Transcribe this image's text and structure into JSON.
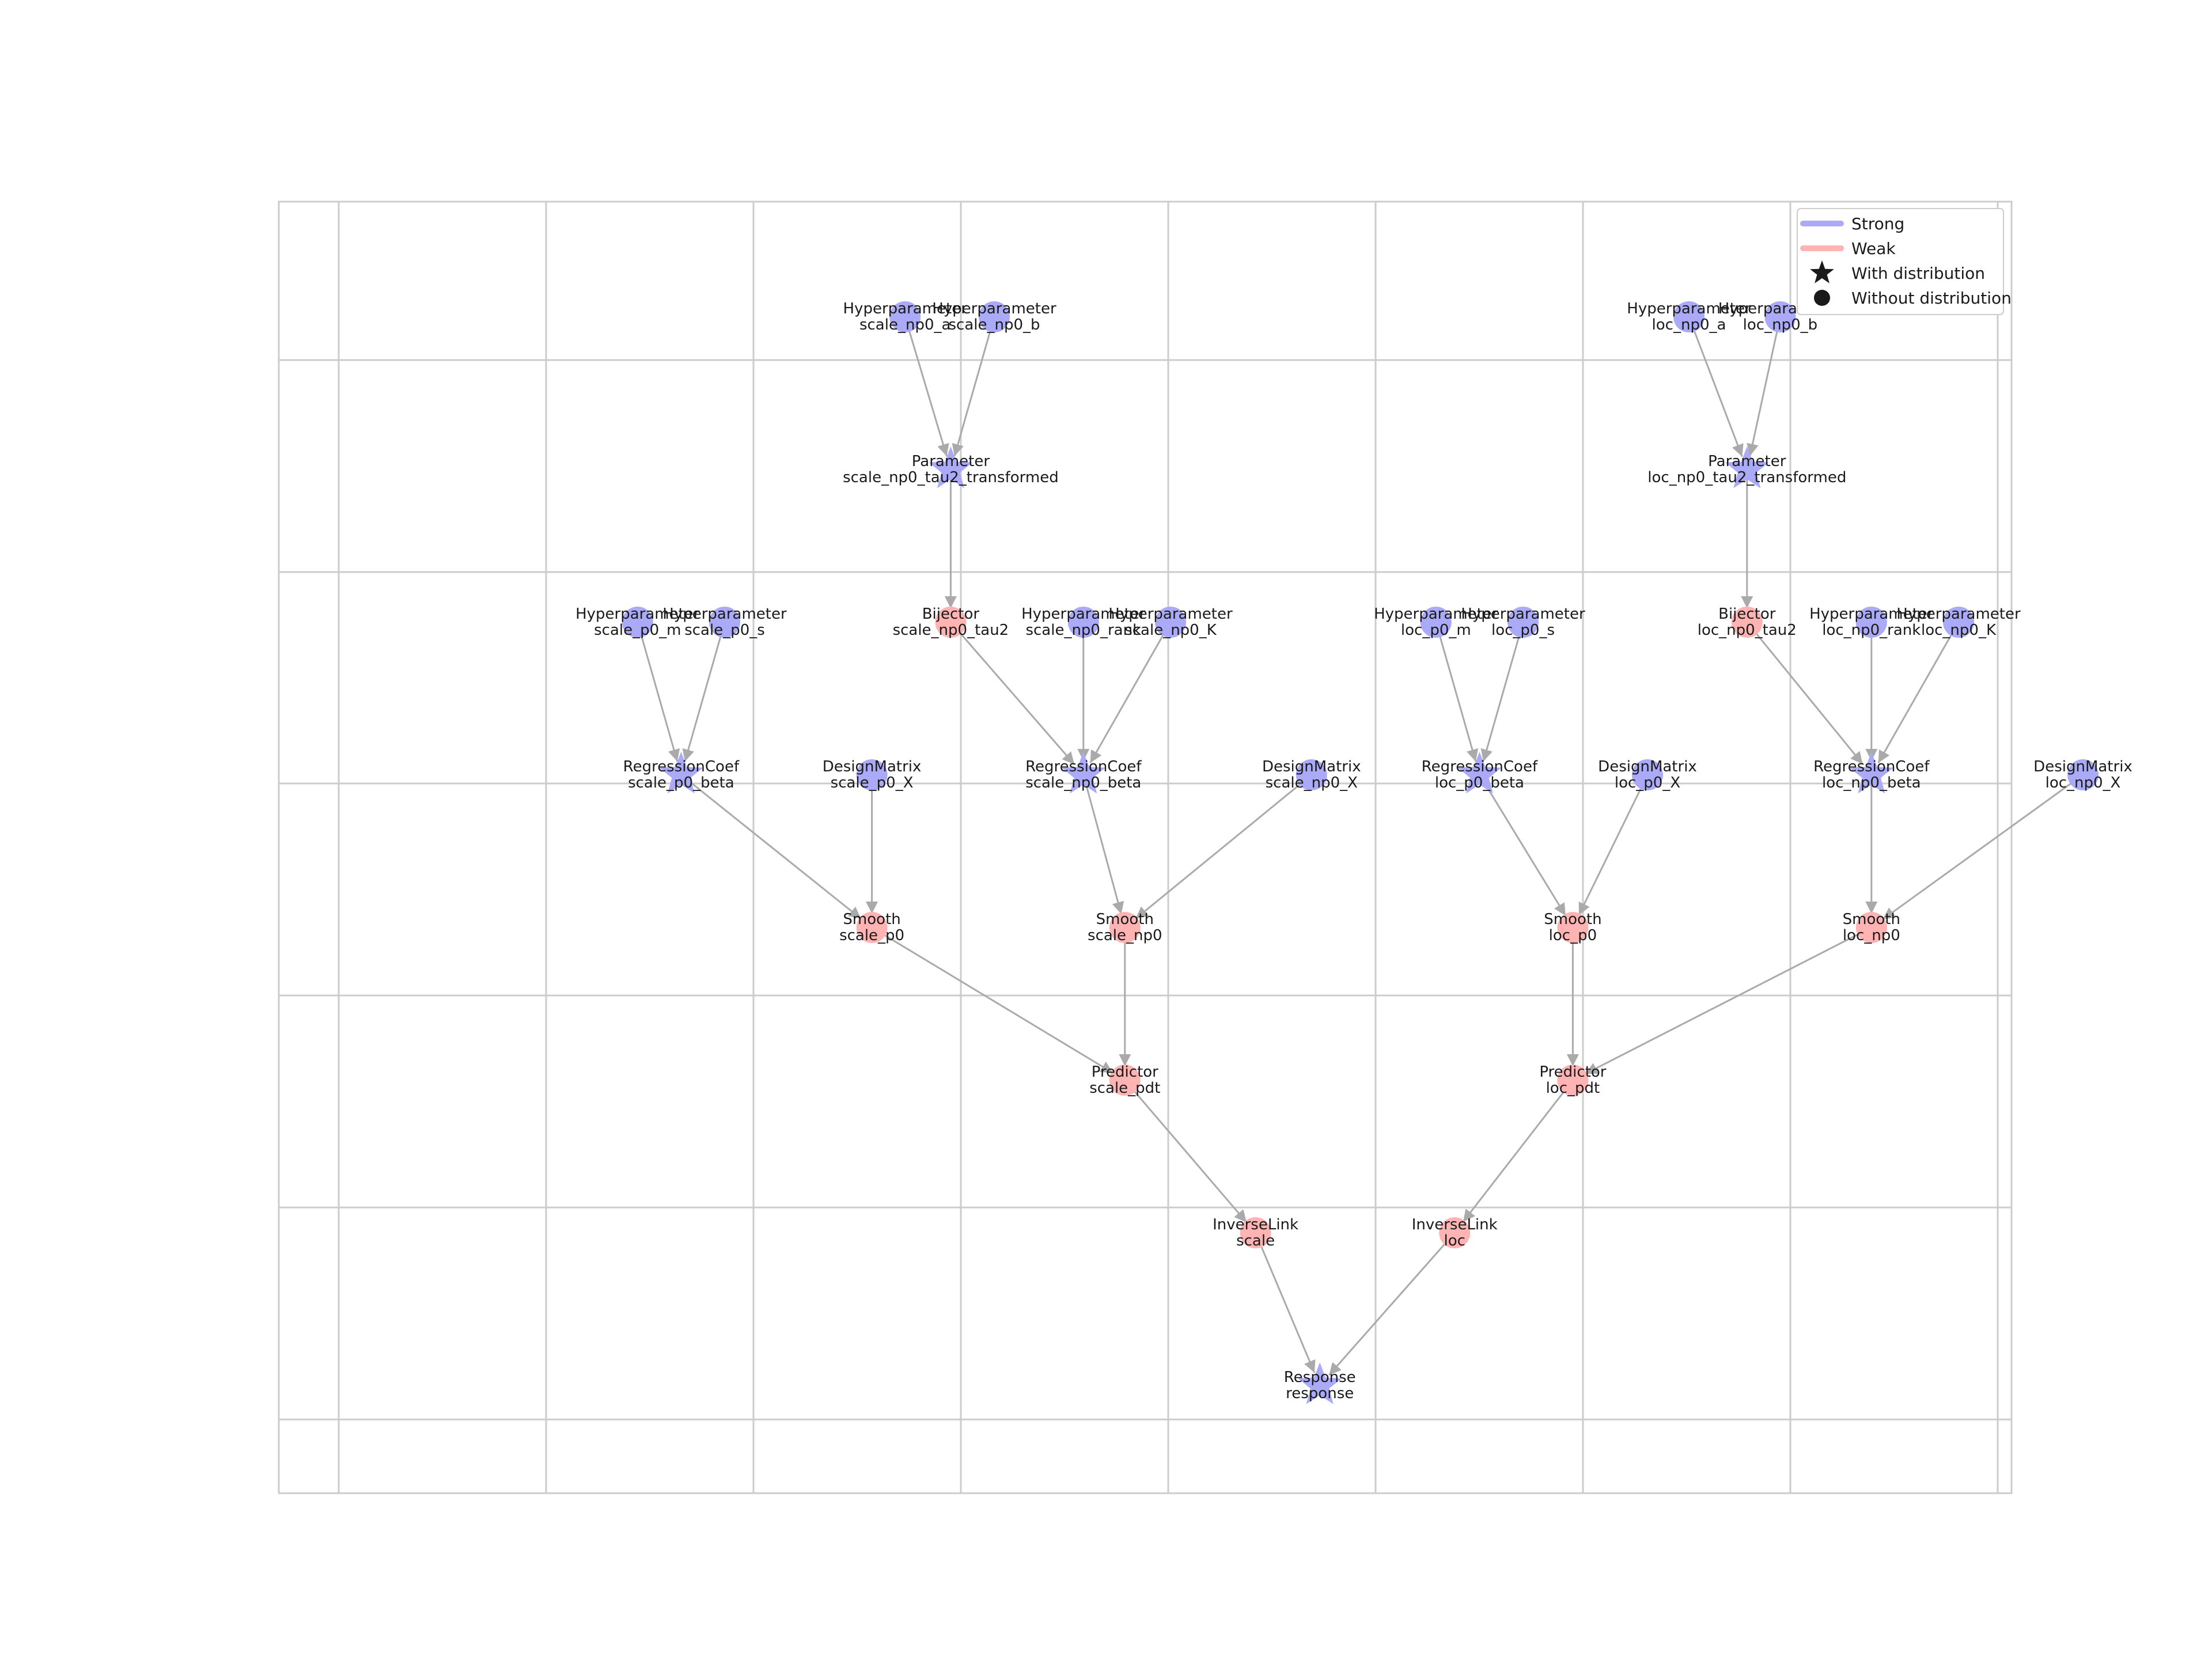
{
  "colors": {
    "strong": "#aaaaf8",
    "weak": "#ffb3b3",
    "edge": "#aaaaaa",
    "grid": "#cccccc",
    "legend_marker": "#1a1a1a"
  },
  "legend": {
    "strong": "Strong",
    "weak": "Weak",
    "with_distribution": "With distribution",
    "without_distribution": "Without distribution"
  },
  "nodes": [
    {
      "id": "scale_np0_a",
      "type": "Hyperparameter",
      "name": "scale_np0_a",
      "strength": "strong",
      "shape": "circle",
      "col": 3.92,
      "row": 0
    },
    {
      "id": "scale_np0_b",
      "type": "Hyperparameter",
      "name": "scale_np0_b",
      "strength": "strong",
      "shape": "circle",
      "col": 4.35,
      "row": 0
    },
    {
      "id": "scale_np0_tau2_transformed",
      "type": "Parameter",
      "name": "scale_np0_tau2_transformed",
      "strength": "strong",
      "shape": "star",
      "col": 4.14,
      "row": 1
    },
    {
      "id": "scale_np0_tau2",
      "type": "Bijector",
      "name": "scale_np0_tau2",
      "strength": "weak",
      "shape": "circle",
      "col": 4.14,
      "row": 2
    },
    {
      "id": "scale_p0_m",
      "type": "Hyperparameter",
      "name": "scale_p0_m",
      "strength": "strong",
      "shape": "circle",
      "col": 2.63,
      "row": 2
    },
    {
      "id": "scale_p0_s",
      "type": "Hyperparameter",
      "name": "scale_p0_s",
      "strength": "strong",
      "shape": "circle",
      "col": 3.05,
      "row": 2
    },
    {
      "id": "scale_np0_rank",
      "type": "Hyperparameter",
      "name": "scale_np0_rank",
      "strength": "strong",
      "shape": "circle",
      "col": 4.78,
      "row": 2
    },
    {
      "id": "scale_np0_K",
      "type": "Hyperparameter",
      "name": "scale_np0_K",
      "strength": "strong",
      "shape": "circle",
      "col": 5.2,
      "row": 2
    },
    {
      "id": "loc_p0_m",
      "type": "Hyperparameter",
      "name": "loc_p0_m",
      "strength": "strong",
      "shape": "circle",
      "col": 6.48,
      "row": 2
    },
    {
      "id": "loc_p0_s",
      "type": "Hyperparameter",
      "name": "loc_p0_s",
      "strength": "strong",
      "shape": "circle",
      "col": 6.9,
      "row": 2
    },
    {
      "id": "loc_np0_tau2",
      "type": "Bijector",
      "name": "loc_np0_tau2",
      "strength": "weak",
      "shape": "circle",
      "col": 7.98,
      "row": 2
    },
    {
      "id": "loc_np0_rank",
      "type": "Hyperparameter",
      "name": "loc_np0_rank",
      "strength": "strong",
      "shape": "circle",
      "col": 8.58,
      "row": 2
    },
    {
      "id": "loc_np0_K",
      "type": "Hyperparameter",
      "name": "loc_np0_K",
      "strength": "strong",
      "shape": "circle",
      "col": 9.0,
      "row": 2
    },
    {
      "id": "loc_np0_a",
      "type": "Hyperparameter",
      "name": "loc_np0_a",
      "strength": "strong",
      "shape": "circle",
      "col": 7.7,
      "row": 0
    },
    {
      "id": "loc_np0_b",
      "type": "Hyperparameter",
      "name": "loc_np0_b",
      "strength": "strong",
      "shape": "circle",
      "col": 8.14,
      "row": 0
    },
    {
      "id": "loc_np0_tau2_transformed",
      "type": "Parameter",
      "name": "loc_np0_tau2_transformed",
      "strength": "strong",
      "shape": "star",
      "col": 7.98,
      "row": 1
    },
    {
      "id": "scale_p0_beta",
      "type": "RegressionCoef",
      "name": "scale_p0_beta",
      "strength": "strong",
      "shape": "star",
      "col": 2.84,
      "row": 3
    },
    {
      "id": "scale_p0_X",
      "type": "DesignMatrix",
      "name": "scale_p0_X",
      "strength": "strong",
      "shape": "circle",
      "col": 3.76,
      "row": 3
    },
    {
      "id": "scale_np0_beta",
      "type": "RegressionCoef",
      "name": "scale_np0_beta",
      "strength": "strong",
      "shape": "star",
      "col": 4.78,
      "row": 3
    },
    {
      "id": "scale_np0_X",
      "type": "DesignMatrix",
      "name": "scale_np0_X",
      "strength": "strong",
      "shape": "circle",
      "col": 5.88,
      "row": 3
    },
    {
      "id": "loc_p0_beta",
      "type": "RegressionCoef",
      "name": "loc_p0_beta",
      "strength": "strong",
      "shape": "star",
      "col": 6.69,
      "row": 3
    },
    {
      "id": "loc_p0_X",
      "type": "DesignMatrix",
      "name": "loc_p0_X",
      "strength": "strong",
      "shape": "circle",
      "col": 7.5,
      "row": 3
    },
    {
      "id": "loc_np0_beta",
      "type": "RegressionCoef",
      "name": "loc_np0_beta",
      "strength": "strong",
      "shape": "star",
      "col": 8.58,
      "row": 3
    },
    {
      "id": "loc_np0_X",
      "type": "DesignMatrix",
      "name": "loc_np0_X",
      "strength": "strong",
      "shape": "circle",
      "col": 9.6,
      "row": 3
    },
    {
      "id": "scale_p0",
      "type": "Smooth",
      "name": "scale_p0",
      "strength": "weak",
      "shape": "circle",
      "col": 3.76,
      "row": 4
    },
    {
      "id": "scale_np0",
      "type": "Smooth",
      "name": "scale_np0",
      "strength": "weak",
      "shape": "circle",
      "col": 4.98,
      "row": 4
    },
    {
      "id": "loc_p0",
      "type": "Smooth",
      "name": "loc_p0",
      "strength": "weak",
      "shape": "circle",
      "col": 7.14,
      "row": 4
    },
    {
      "id": "loc_np0",
      "type": "Smooth",
      "name": "loc_np0",
      "strength": "weak",
      "shape": "circle",
      "col": 8.58,
      "row": 4
    },
    {
      "id": "scale_pdt",
      "type": "Predictor",
      "name": "scale_pdt",
      "strength": "weak",
      "shape": "circle",
      "col": 4.98,
      "row": 5
    },
    {
      "id": "loc_pdt",
      "type": "Predictor",
      "name": "loc_pdt",
      "strength": "weak",
      "shape": "circle",
      "col": 7.14,
      "row": 5
    },
    {
      "id": "scale",
      "type": "InverseLink",
      "name": "scale",
      "strength": "weak",
      "shape": "circle",
      "col": 5.61,
      "row": 6
    },
    {
      "id": "loc",
      "type": "InverseLink",
      "name": "loc",
      "strength": "weak",
      "shape": "circle",
      "col": 6.57,
      "row": 6
    },
    {
      "id": "response",
      "type": "Response",
      "name": "response",
      "strength": "strong",
      "shape": "star",
      "col": 5.92,
      "row": 7
    }
  ],
  "edges": [
    [
      "scale_np0_a",
      "scale_np0_tau2_transformed"
    ],
    [
      "scale_np0_b",
      "scale_np0_tau2_transformed"
    ],
    [
      "scale_np0_tau2_transformed",
      "scale_np0_tau2"
    ],
    [
      "scale_p0_m",
      "scale_p0_beta"
    ],
    [
      "scale_p0_s",
      "scale_p0_beta"
    ],
    [
      "scale_np0_tau2",
      "scale_np0_beta"
    ],
    [
      "scale_np0_rank",
      "scale_np0_beta"
    ],
    [
      "scale_np0_K",
      "scale_np0_beta"
    ],
    [
      "scale_p0_beta",
      "scale_p0"
    ],
    [
      "scale_p0_X",
      "scale_p0"
    ],
    [
      "scale_np0_beta",
      "scale_np0"
    ],
    [
      "scale_np0_X",
      "scale_np0"
    ],
    [
      "scale_p0",
      "scale_pdt"
    ],
    [
      "scale_np0",
      "scale_pdt"
    ],
    [
      "scale_pdt",
      "scale"
    ],
    [
      "scale",
      "response"
    ],
    [
      "loc_np0_a",
      "loc_np0_tau2_transformed"
    ],
    [
      "loc_np0_b",
      "loc_np0_tau2_transformed"
    ],
    [
      "loc_np0_tau2_transformed",
      "loc_np0_tau2"
    ],
    [
      "loc_p0_m",
      "loc_p0_beta"
    ],
    [
      "loc_p0_s",
      "loc_p0_beta"
    ],
    [
      "loc_np0_tau2",
      "loc_np0_beta"
    ],
    [
      "loc_np0_rank",
      "loc_np0_beta"
    ],
    [
      "loc_np0_K",
      "loc_np0_beta"
    ],
    [
      "loc_p0_beta",
      "loc_p0"
    ],
    [
      "loc_p0_X",
      "loc_p0"
    ],
    [
      "loc_np0_beta",
      "loc_np0"
    ],
    [
      "loc_np0_X",
      "loc_np0"
    ],
    [
      "loc_p0",
      "loc_pdt"
    ],
    [
      "loc_np0",
      "loc_pdt"
    ],
    [
      "loc_pdt",
      "loc"
    ],
    [
      "loc",
      "response"
    ]
  ]
}
